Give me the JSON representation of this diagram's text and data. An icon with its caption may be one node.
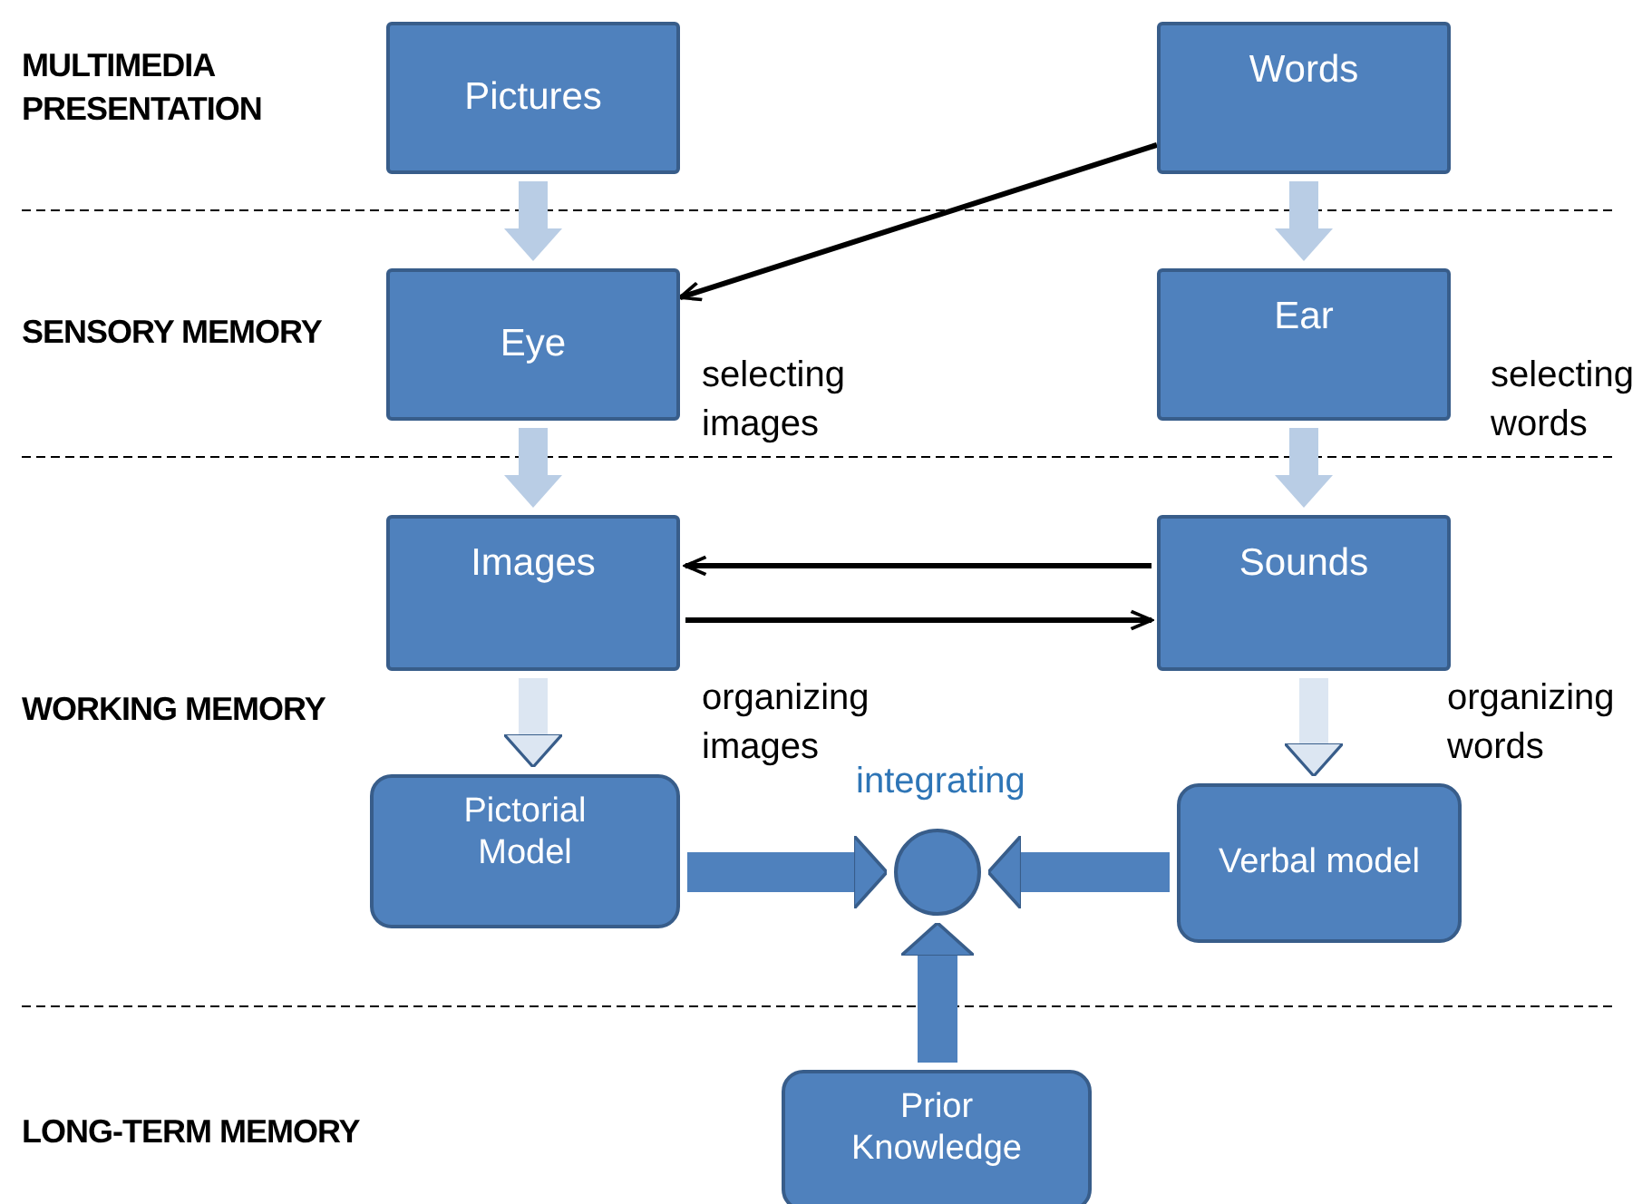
{
  "diagram": {
    "nodes": [
      {
        "text": [
          "Pictures"
        ]
      },
      {
        "text": [
          "Words"
        ]
      },
      {
        "text": [
          "Eye"
        ]
      },
      {
        "text": [
          "Ear"
        ]
      },
      {
        "text": [
          "Images"
        ]
      },
      {
        "text": [
          "Sounds"
        ]
      },
      {
        "text": [
          "Pictorial Model"
        ]
      },
      {
        "text": [],
        "shape": "circle",
        "beside": [
          "integrating"
        ]
      },
      {
        "text": [
          "Verbal model"
        ]
      },
      {
        "text": [
          "Prior Knowledge"
        ]
      }
    ],
    "edges": [
      {
        "from": 0,
        "to": 2,
        "arrow": "to"
      },
      {
        "from": 1,
        "to": 2,
        "arrow": "to",
        "color": "#000000"
      },
      {
        "from": 1,
        "to": 3,
        "arrow": "to"
      },
      {
        "from": 2,
        "to": 4,
        "arrow": "to"
      },
      {
        "from": 3,
        "to": 5,
        "arrow": "to"
      },
      {
        "from": 5,
        "to": 4,
        "arrow": "to",
        "color": "#000000"
      },
      {
        "from": 4,
        "to": 5,
        "arrow": "to",
        "color": "#000000"
      },
      {
        "from": 4,
        "to": 6,
        "arrow": "to",
        "color": "#dce6f2"
      },
      {
        "from": 5,
        "to": 8,
        "arrow": "to",
        "color": "#dce6f2"
      },
      {
        "from": 6,
        "to": 7,
        "arrow": "to",
        "color": "#4f81bd"
      },
      {
        "from": 8,
        "to": 7,
        "arrow": "to",
        "color": "#4f81bd"
      },
      {
        "from": 9,
        "to": 7,
        "arrow": "to",
        "color": "#4f81bd"
      }
    ],
    "labels": [
      "MULTIMEDIA PRESENTATION",
      "SENSORY MEMORY",
      "selecting images",
      "selecting words",
      "WORKING MEMORY",
      "organizing images",
      "organizing words",
      "LONG-TERM MEMORY"
    ]
  }
}
